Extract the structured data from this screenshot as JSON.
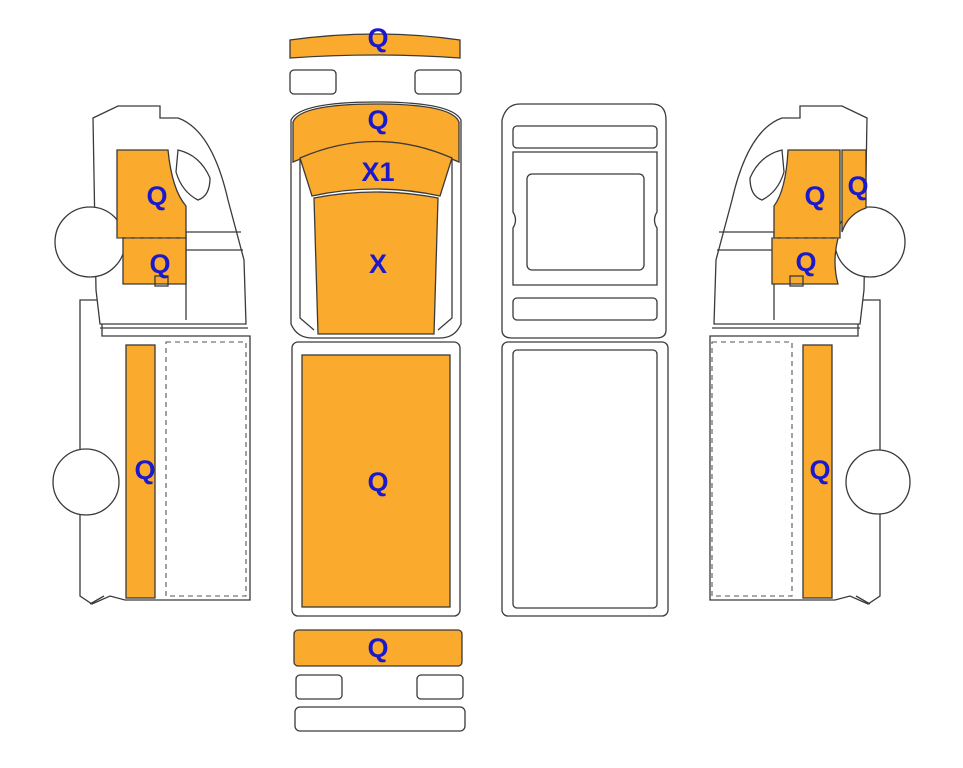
{
  "colors": {
    "zone_fill": "#FAAA2D",
    "label": "#1A1ACC",
    "outline": "#3A3A3A"
  },
  "views": {
    "left_side": {
      "zone_cab_upper": "Q",
      "zone_cab_lower": "Q",
      "zone_body_side": "Q"
    },
    "top": {
      "zone_front_bumper": "Q",
      "zone_hood_front": "Q",
      "zone_windshield": "X1",
      "zone_cab_roof": "X",
      "zone_cargo_roof": "Q",
      "zone_rear_bumper": "Q"
    },
    "right_side": {
      "zone_cab_upper": "Q",
      "zone_cab_front_corner": "Q",
      "zone_cab_lower": "Q",
      "zone_body_side": "Q"
    }
  }
}
